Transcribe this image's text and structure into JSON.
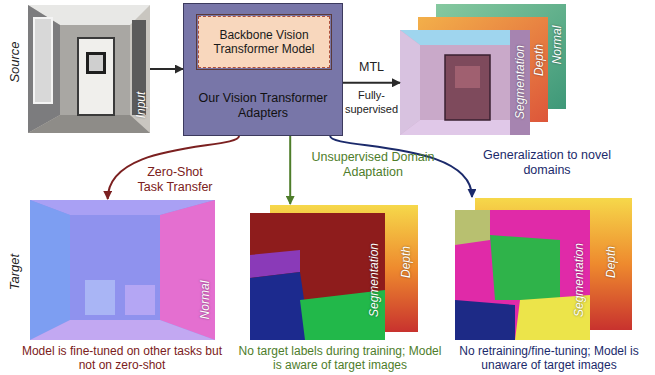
{
  "diagram": {
    "nodes": [
      {
        "text": [
          "Input"
        ]
      },
      {
        "text": [
          "Our Vision Transformer Adapters"
        ]
      },
      {
        "text": [
          "Backbone Vision Transformer Model"
        ],
        "in": 1
      },
      {
        "text": [
          "Segmentation",
          "Depth",
          "Normal"
        ]
      },
      {
        "text": [
          "Normal"
        ]
      },
      {
        "text": [
          "Segmentation",
          "Depth"
        ]
      },
      {
        "text": [
          "Segmentation",
          "Depth"
        ]
      }
    ],
    "edges": [
      {
        "from": 0,
        "to": 1,
        "arrow": "to"
      },
      {
        "from": 1,
        "to": 3,
        "label": "MTL",
        "arrow": "to"
      },
      {
        "from": 1,
        "to": 4,
        "label": "Zero-Shot Task Transfer",
        "arrow": "to"
      },
      {
        "from": 1,
        "to": 5,
        "label": "Unsupervised Domain Adaptation",
        "arrow": "to"
      },
      {
        "from": 1,
        "to": 6,
        "label": "Generalization to novel domains",
        "arrow": "to"
      }
    ],
    "labels": [
      "Source",
      "Target",
      "Fully-supervised",
      "Model is fine-tuned on other tasks but not on zero-shot",
      "No target labels during training; Model is aware of target images",
      "No retraining/fine-tuning; Model is unaware of target images"
    ]
  }
}
